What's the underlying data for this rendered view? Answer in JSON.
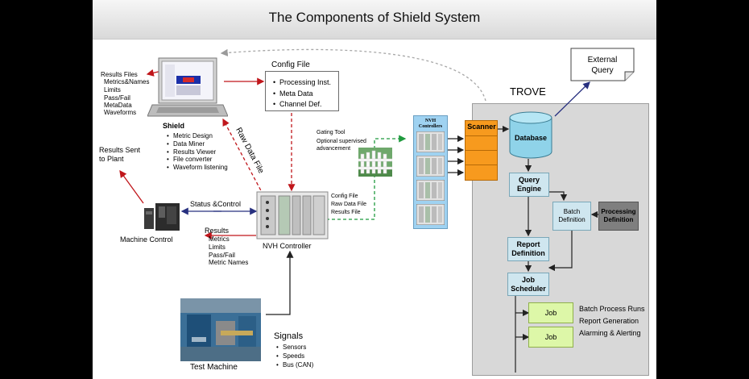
{
  "title": "The Components of  Shield System",
  "shield": {
    "name": "Shield",
    "results_header": "Results Files",
    "results_files": [
      "Metrics&Names",
      "Limits",
      "Pass/Fail",
      "MetaData",
      "Waveforms"
    ],
    "features": [
      "Metric Design",
      "Data Miner",
      "Results Viewer",
      "File converter",
      "Waveform listening"
    ]
  },
  "config_file": {
    "title": "Config File",
    "items": [
      "Processing Inst.",
      "Meta Data",
      "Channel Def."
    ]
  },
  "raw_data_file": "Raw Data File",
  "results_sent": "Results Sent\nto Plant",
  "machine_control": "Machine Control",
  "status_control": "Status &Control",
  "results": {
    "title": "Results",
    "items": [
      "Metrics",
      "Limits",
      "Pass/Fail",
      "Metric Names"
    ]
  },
  "nvh_controller": "NVH Controller",
  "gating": {
    "title": "Gating Tool",
    "subtitle": "Optional supervised\nadvancement"
  },
  "file_flow": [
    "Config File",
    "Raw Data File",
    "Results File"
  ],
  "nvh_controllers_label": "NVH\nControllers",
  "scanner": "Scanner",
  "trove": "TROVE",
  "external_query": "External\nQuery",
  "database": "Database",
  "query_engine": "Query\nEngine",
  "batch_definition": "Batch\nDefinition",
  "processing_definition": "Processing\nDefinition",
  "report_definition": "Report\nDefinition",
  "job_scheduler": "Job\nScheduler",
  "jobs": [
    "Job",
    "Job"
  ],
  "job_outputs": [
    "Batch Process Runs",
    "Report Generation",
    "Alarming & Alerting"
  ],
  "signals": {
    "title": "Signals",
    "items": [
      "Sensors",
      "Speeds",
      "Bus (CAN)"
    ]
  },
  "test_machine": "Test Machine",
  "colors": {
    "arrow_red": "#c0161b",
    "arrow_blue": "#27307f",
    "arrow_green": "#1f9a3e",
    "scanner_orange": "#f79a1e",
    "trove_gray": "#d8d8d8",
    "query_box": "#cfe6ef",
    "job_green": "#ddf7a8"
  }
}
